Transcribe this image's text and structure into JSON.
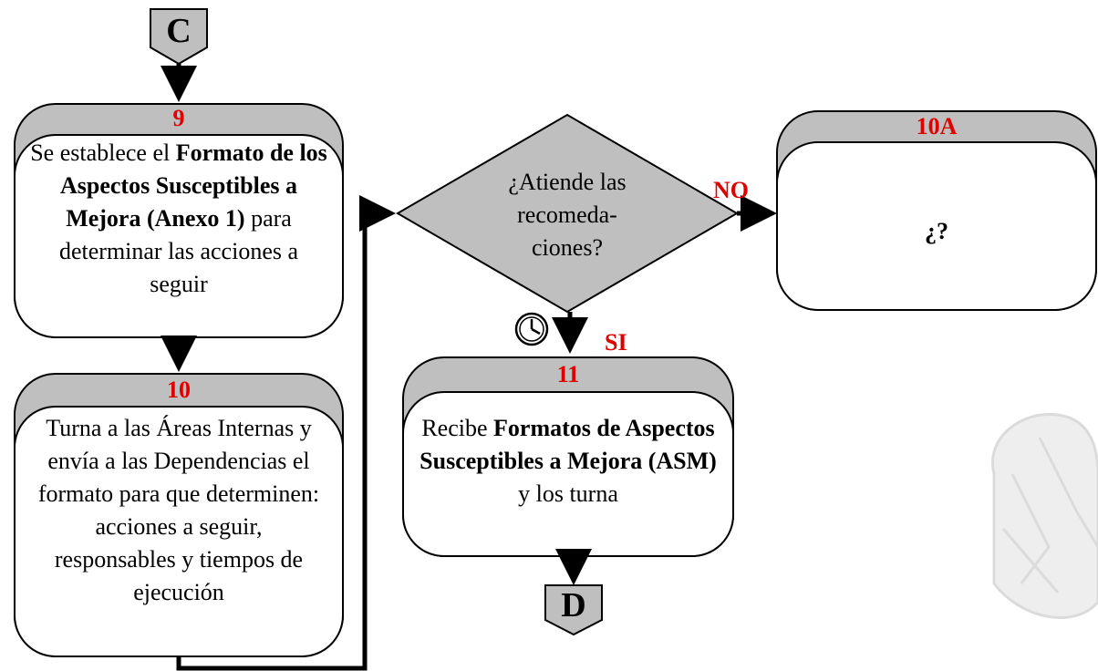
{
  "connectors": {
    "top": "C",
    "bottom": "D"
  },
  "steps": {
    "s9": {
      "number": "9",
      "text_parts": [
        "Se establece el ",
        "Formato de los Aspectos Susceptibles a Mejora (Anexo 1)",
        " para determinar las acciones a seguir"
      ]
    },
    "s10": {
      "number": "10",
      "text": "Turna a las Áreas Internas y envía a las Dependencias el formato para que determinen: acciones a seguir, responsables y tiempos de ejecución"
    },
    "s10a": {
      "number": "10A",
      "text": "¿?"
    },
    "s11": {
      "number": "11",
      "text_parts": [
        "Recibe ",
        "Formatos de Aspectos Susceptibles a Mejora (ASM)",
        " y los turna"
      ]
    }
  },
  "decision": {
    "text": "¿Atiende las recomeda-ciones?",
    "yes_label": "SI",
    "no_label": "NO"
  },
  "icons": {
    "timer": "clock-icon",
    "watermark": "watermark-logo"
  },
  "colors": {
    "box_header": "#bfbfbf",
    "step_number": "#e00000",
    "decision_fill": "#bfbfbf",
    "line": "#000000"
  }
}
